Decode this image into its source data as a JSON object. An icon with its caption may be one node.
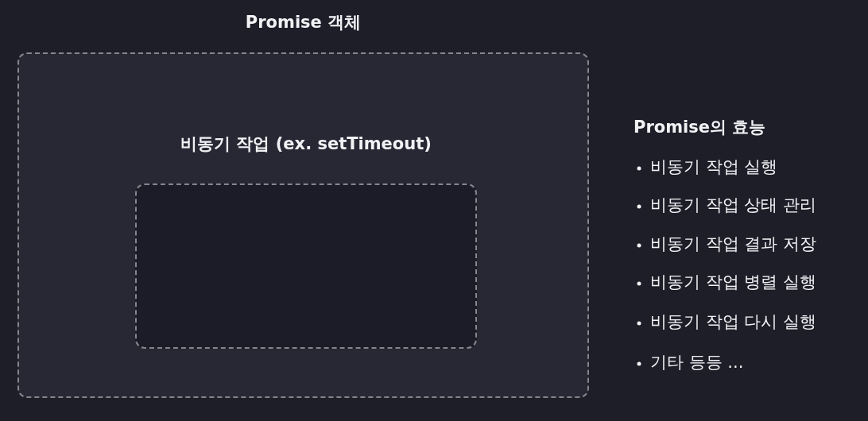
{
  "diagram": {
    "nodes": [
      {
        "text": [
          "Promise 객체"
        ]
      },
      {
        "text": [
          "비동기 작업 (ex. setTimeout)"
        ],
        "in": 0
      }
    ],
    "labels": [
      "Promise의 효능",
      "비동기 작업 실행",
      "비동기 작업 상태 관리",
      "비동기 작업 결과 저장",
      "비동기 작업 병렬 실행",
      "비동기 작업 다시 실행",
      "기타 등등 ..."
    ]
  }
}
